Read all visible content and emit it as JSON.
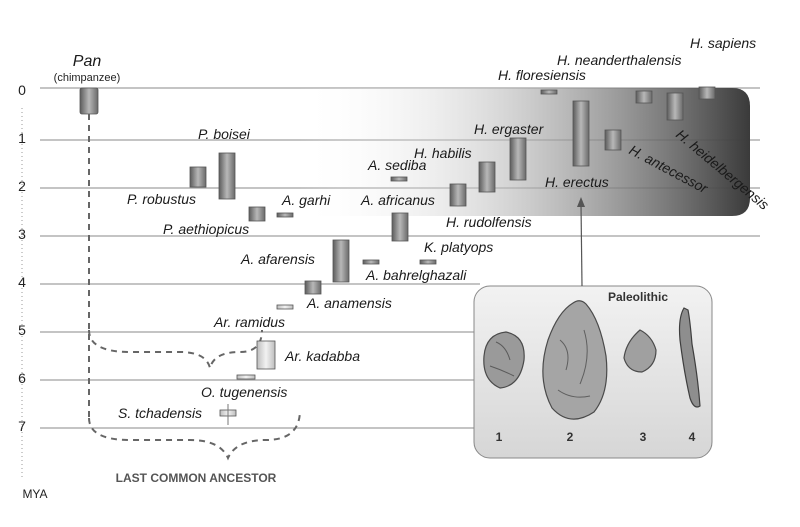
{
  "axis": {
    "unit": "MYA",
    "ticks": [
      "0",
      "1",
      "2",
      "3",
      "4",
      "5",
      "6",
      "7"
    ]
  },
  "pan": {
    "name": "Pan",
    "common": "(chimpanzee)"
  },
  "species": {
    "p_boisei": "P. boisei",
    "p_robustus": "P. robustus",
    "p_aethiopicus": "P. aethiopicus",
    "a_garhi": "A. garhi",
    "a_sediba": "A. sediba",
    "h_habilis": "H. habilis",
    "h_ergaster": "H. ergaster",
    "h_floresiensis": "H. floresiensis",
    "h_neanderthalensis": "H. neanderthalensis",
    "h_sapiens": "H. sapiens",
    "h_heidelbergensis": "H. heidelbergensis",
    "h_antecessor": "H. antecessor",
    "h_erectus": "H. erectus",
    "a_africanus": "A. africanus",
    "h_rudolfensis": "H. rudolfensis",
    "k_platyops": "K. platyops",
    "a_afarensis": "A. afarensis",
    "a_bahrelghazali": "A. bahrelghazali",
    "a_anamensis": "A. anamensis",
    "ar_ramidus": "Ar. ramidus",
    "ar_kadabba": "Ar. kadabba",
    "o_tugenensis": "O. tugenensis",
    "s_tchadensis": "S. tchadensis"
  },
  "lca_label": "LAST COMMON ANCESTOR",
  "inset": {
    "title": "Paleolithic",
    "tools": [
      "1",
      "2",
      "3",
      "4"
    ]
  },
  "colors": {
    "grid": "#8a8a8a",
    "bar_dark": "#777777",
    "bar_light": "#cfcfcf",
    "homo_band": "#3c3c3c",
    "inset_bg": "#e6e6e6"
  }
}
